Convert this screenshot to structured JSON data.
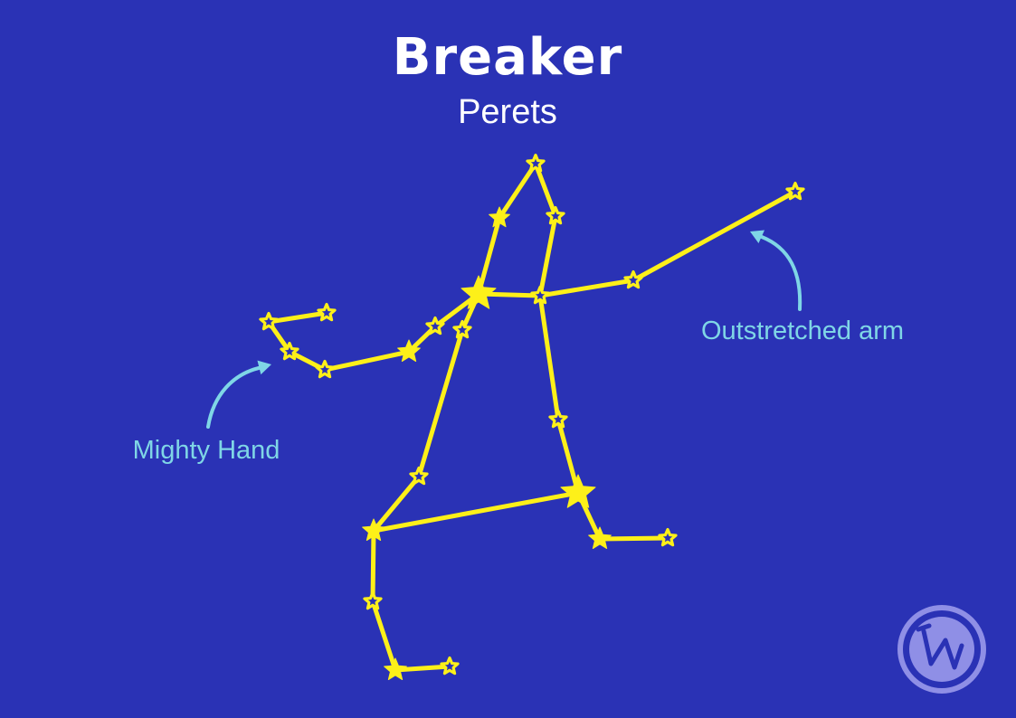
{
  "title": "Breaker",
  "subtitle": "Perets",
  "colors": {
    "background": "#2a32b5",
    "lines": "#fdf019",
    "stars": "#fdf019",
    "annotation": "#7fd6e6",
    "logo": "#8f8fe6"
  },
  "annotations": [
    {
      "id": "outstretched-arm",
      "text": "Outstretched arm"
    },
    {
      "id": "mighty-hand",
      "text": "Mighty Hand"
    }
  ],
  "logo": {
    "icon": "brand-logo-icon"
  }
}
